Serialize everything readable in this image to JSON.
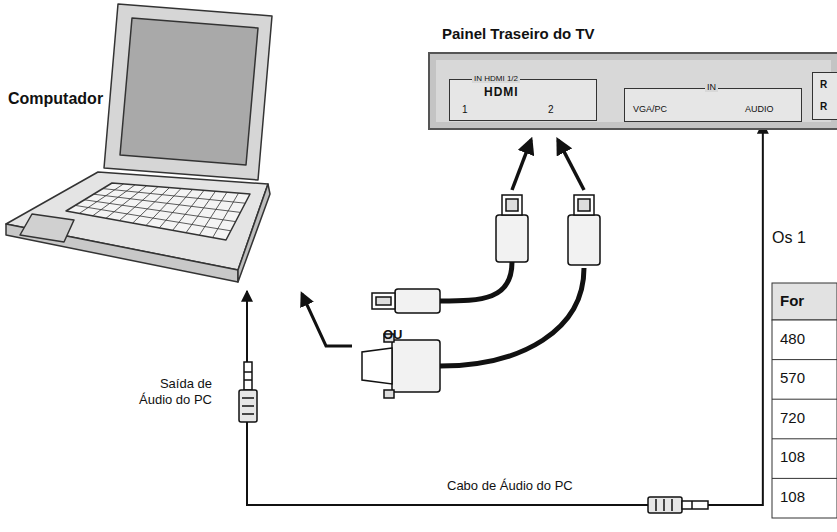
{
  "diagram": {
    "nodes": [
      {
        "text": [
          "Computador"
        ]
      },
      {
        "text": [
          "Painel Traseiro do TV"
        ]
      },
      {
        "text": [
          "IN HDMI 1/2",
          "HDMI",
          "1",
          "2"
        ],
        "in": 1
      },
      {
        "text": [
          "IN",
          "VGA/PC",
          "AUDIO"
        ],
        "in": 1
      },
      {
        "text": [
          "R",
          "R"
        ],
        "in": 1
      }
    ],
    "edges": [
      {
        "from": 0,
        "to": 3,
        "arrow": "both"
      }
    ],
    "labels": [
      "OU",
      "Saída de Áudio do PC",
      "Cabo de Áudio do PC",
      "Os 1",
      "For",
      "480",
      "570",
      "720",
      "108",
      "108"
    ]
  }
}
